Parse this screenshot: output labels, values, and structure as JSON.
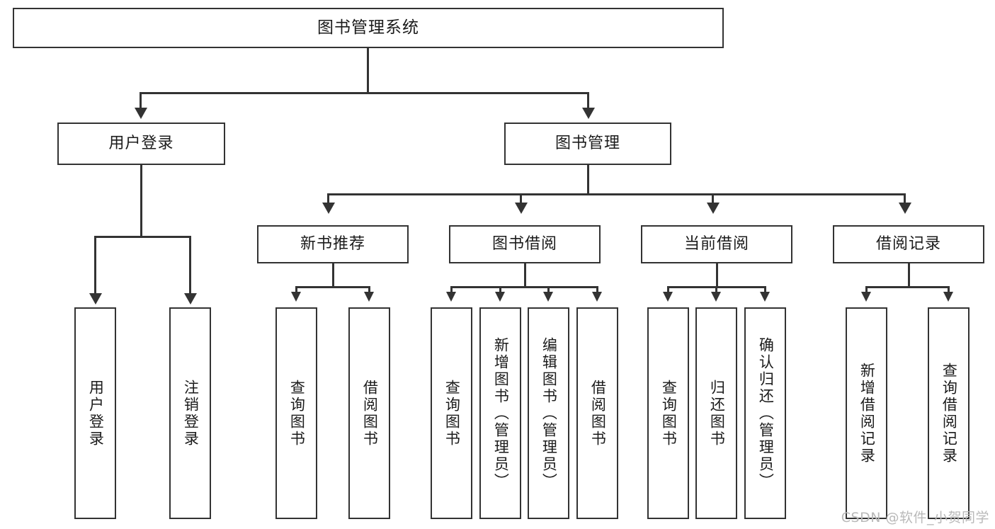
{
  "diagram": {
    "title": "图书管理系统",
    "root": {
      "label": "图书管理系统"
    },
    "level2": [
      {
        "label": "用户登录"
      },
      {
        "label": "图书管理"
      }
    ],
    "level3": [
      {
        "label": "新书推荐"
      },
      {
        "label": "图书借阅"
      },
      {
        "label": "当前借阅"
      },
      {
        "label": "借阅记录"
      }
    ],
    "leaves": {
      "user_login": [
        {
          "label": "用户登录"
        },
        {
          "label": "注销登录"
        }
      ],
      "new_book_recommend": [
        {
          "label": "查询图书"
        },
        {
          "label": "借阅图书"
        }
      ],
      "book_borrow": [
        {
          "label": "查询图书"
        },
        {
          "label": "新增图书（管理员）"
        },
        {
          "label": "编辑图书（管理员）"
        },
        {
          "label": "借阅图书"
        }
      ],
      "current_borrow": [
        {
          "label": "查询图书"
        },
        {
          "label": "归还图书"
        },
        {
          "label": "确认归还（管理员）"
        }
      ],
      "borrow_records": [
        {
          "label": "新增借阅记录"
        },
        {
          "label": "查询借阅记录"
        }
      ]
    }
  },
  "watermark": {
    "text": "CSDN @软件_小贺同学"
  },
  "colors": {
    "stroke": "#333333",
    "background": "#ffffff",
    "text": "#1b1b1b",
    "watermark": "#b9b9b9"
  }
}
